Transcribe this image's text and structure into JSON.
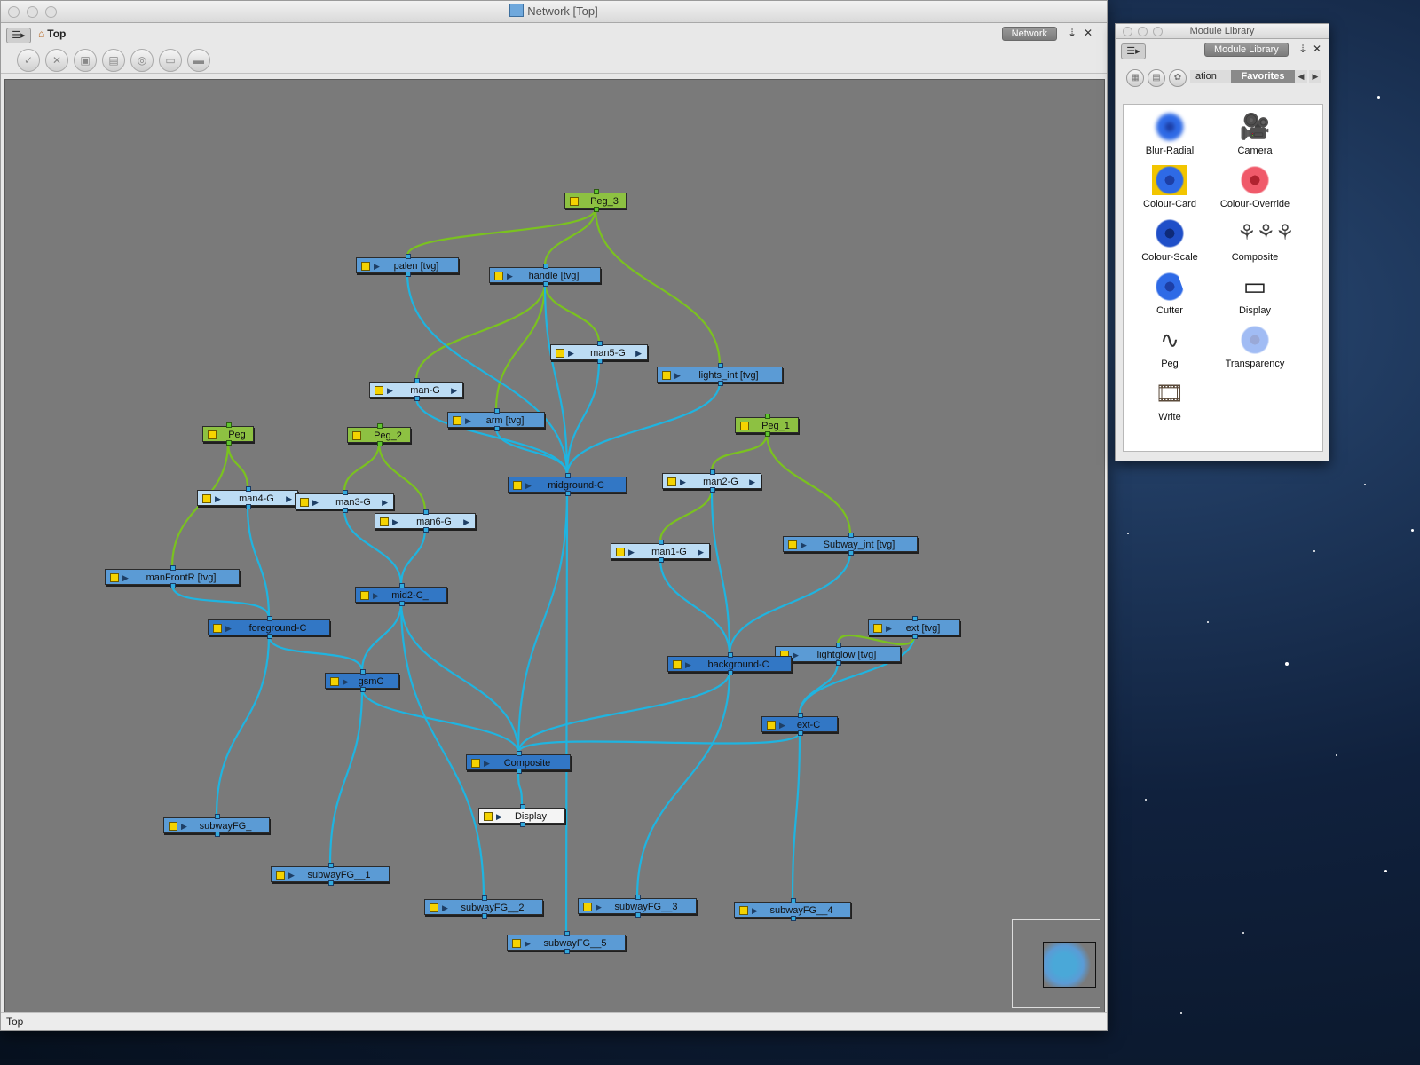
{
  "network_window": {
    "title": "Network [Top]",
    "breadcrumb": "Top",
    "view_tab": "Network",
    "status": "Top"
  },
  "nodes": [
    {
      "id": "peg3",
      "label": "Peg_3",
      "kind": "green"
    },
    {
      "id": "palen",
      "label": "palen  [tvg]",
      "kind": "blue"
    },
    {
      "id": "handle",
      "label": "handle  [tvg]",
      "kind": "blue"
    },
    {
      "id": "man5g",
      "label": "man5-G",
      "kind": "light"
    },
    {
      "id": "lights",
      "label": "lights_int  [tvg]",
      "kind": "blue"
    },
    {
      "id": "mang",
      "label": "man-G",
      "kind": "light"
    },
    {
      "id": "arm",
      "label": "arm  [tvg]",
      "kind": "blue"
    },
    {
      "id": "peg",
      "label": "Peg",
      "kind": "green"
    },
    {
      "id": "peg2",
      "label": "Peg_2",
      "kind": "green"
    },
    {
      "id": "peg1",
      "label": "Peg_1",
      "kind": "green"
    },
    {
      "id": "midground",
      "label": "midground-C",
      "kind": "dark"
    },
    {
      "id": "man4g",
      "label": "man4-G",
      "kind": "light"
    },
    {
      "id": "man3g",
      "label": "man3-G",
      "kind": "light"
    },
    {
      "id": "man2g",
      "label": "man2-G",
      "kind": "light"
    },
    {
      "id": "man6g",
      "label": "man6-G",
      "kind": "light"
    },
    {
      "id": "subint",
      "label": "Subway_int  [tvg]",
      "kind": "blue"
    },
    {
      "id": "man1g",
      "label": "man1-G",
      "kind": "light"
    },
    {
      "id": "manfront",
      "label": "manFrontR  [tvg]",
      "kind": "blue"
    },
    {
      "id": "mid2",
      "label": "mid2-C_",
      "kind": "dark"
    },
    {
      "id": "foreground",
      "label": "foreground-C",
      "kind": "dark"
    },
    {
      "id": "ext",
      "label": "ext  [tvg]",
      "kind": "blue"
    },
    {
      "id": "lightglow",
      "label": "lightglow  [tvg]",
      "kind": "blue"
    },
    {
      "id": "background",
      "label": "background-C",
      "kind": "dark"
    },
    {
      "id": "gsmc",
      "label": "gsmC",
      "kind": "dark"
    },
    {
      "id": "extc",
      "label": "ext-C",
      "kind": "dark"
    },
    {
      "id": "composite",
      "label": "Composite",
      "kind": "dark"
    },
    {
      "id": "display",
      "label": "Display",
      "kind": "white"
    },
    {
      "id": "sfg",
      "label": "subwayFG_",
      "kind": "blue"
    },
    {
      "id": "sfg1",
      "label": "subwayFG__1",
      "kind": "blue"
    },
    {
      "id": "sfg2",
      "label": "subwayFG__2",
      "kind": "blue"
    },
    {
      "id": "sfg3",
      "label": "subwayFG__3",
      "kind": "blue"
    },
    {
      "id": "sfg4",
      "label": "subwayFG__4",
      "kind": "blue"
    },
    {
      "id": "sfg5",
      "label": "subwayFG__5",
      "kind": "blue"
    }
  ],
  "links": [
    [
      "peg3",
      "palen",
      "g"
    ],
    [
      "peg3",
      "handle",
      "g"
    ],
    [
      "peg3",
      "lights",
      "g"
    ],
    [
      "handle",
      "man5g",
      "g"
    ],
    [
      "handle",
      "mang",
      "g"
    ],
    [
      "handle",
      "arm",
      "g"
    ],
    [
      "peg",
      "man4g",
      "g"
    ],
    [
      "peg",
      "manfront",
      "g"
    ],
    [
      "peg2",
      "man3g",
      "g"
    ],
    [
      "peg2",
      "man6g",
      "g"
    ],
    [
      "peg1",
      "man2g",
      "g"
    ],
    [
      "peg1",
      "subint",
      "g"
    ],
    [
      "man2g",
      "man1g",
      "g"
    ],
    [
      "palen",
      "midground",
      "b"
    ],
    [
      "handle",
      "midground",
      "b"
    ],
    [
      "man5g",
      "midground",
      "b"
    ],
    [
      "mang",
      "midground",
      "b"
    ],
    [
      "arm",
      "midground",
      "b"
    ],
    [
      "lights",
      "midground",
      "b"
    ],
    [
      "man4g",
      "foreground",
      "b"
    ],
    [
      "manfront",
      "foreground",
      "b"
    ],
    [
      "man3g",
      "mid2",
      "b"
    ],
    [
      "man6g",
      "mid2",
      "b"
    ],
    [
      "man1g",
      "background",
      "b"
    ],
    [
      "man2g",
      "background",
      "b"
    ],
    [
      "subint",
      "background",
      "b"
    ],
    [
      "ext",
      "extc",
      "b"
    ],
    [
      "lightglow",
      "extc",
      "b"
    ],
    [
      "ext",
      "lightglow",
      "g"
    ],
    [
      "mid2",
      "gsmc",
      "b"
    ],
    [
      "foreground",
      "gsmc",
      "b"
    ],
    [
      "gsmc",
      "composite",
      "b"
    ],
    [
      "mid2",
      "composite",
      "b"
    ],
    [
      "midground",
      "composite",
      "b"
    ],
    [
      "background",
      "composite",
      "b"
    ],
    [
      "extc",
      "composite",
      "b"
    ],
    [
      "composite",
      "display",
      "b"
    ],
    [
      "foreground",
      "sfg",
      "b"
    ],
    [
      "gsmc",
      "sfg1",
      "b"
    ],
    [
      "mid2",
      "sfg2",
      "b"
    ],
    [
      "background",
      "sfg3",
      "b"
    ],
    [
      "extc",
      "sfg4",
      "b"
    ],
    [
      "midground",
      "sfg5",
      "b"
    ]
  ],
  "library_window": {
    "title": "Module Library",
    "tab": "Module Library",
    "category_partial": "ation",
    "category_active": "Favorites",
    "modules": [
      {
        "name": "Blur-Radial",
        "icon": "blur-radial-icon"
      },
      {
        "name": "Camera",
        "icon": "camera-icon"
      },
      {
        "name": "Colour-Card",
        "icon": "colour-card-icon"
      },
      {
        "name": "Colour-Override",
        "icon": "colour-override-icon"
      },
      {
        "name": "Colour-Scale",
        "icon": "colour-scale-icon"
      },
      {
        "name": "Composite",
        "icon": "composite-icon"
      },
      {
        "name": "Cutter",
        "icon": "cutter-icon"
      },
      {
        "name": "Display",
        "icon": "display-icon"
      },
      {
        "name": "Peg",
        "icon": "peg-icon"
      },
      {
        "name": "Transparency",
        "icon": "transparency-icon"
      },
      {
        "name": "Write",
        "icon": "write-icon"
      }
    ]
  },
  "colors": {
    "canvas": "#7a7a7a",
    "link_blue": "#1fb4e0",
    "link_green": "#7ac21f",
    "node_green": "#8dc142",
    "node_blue": "#5b9bd5",
    "node_light": "#bcdcf4",
    "node_dark": "#3277c5"
  }
}
